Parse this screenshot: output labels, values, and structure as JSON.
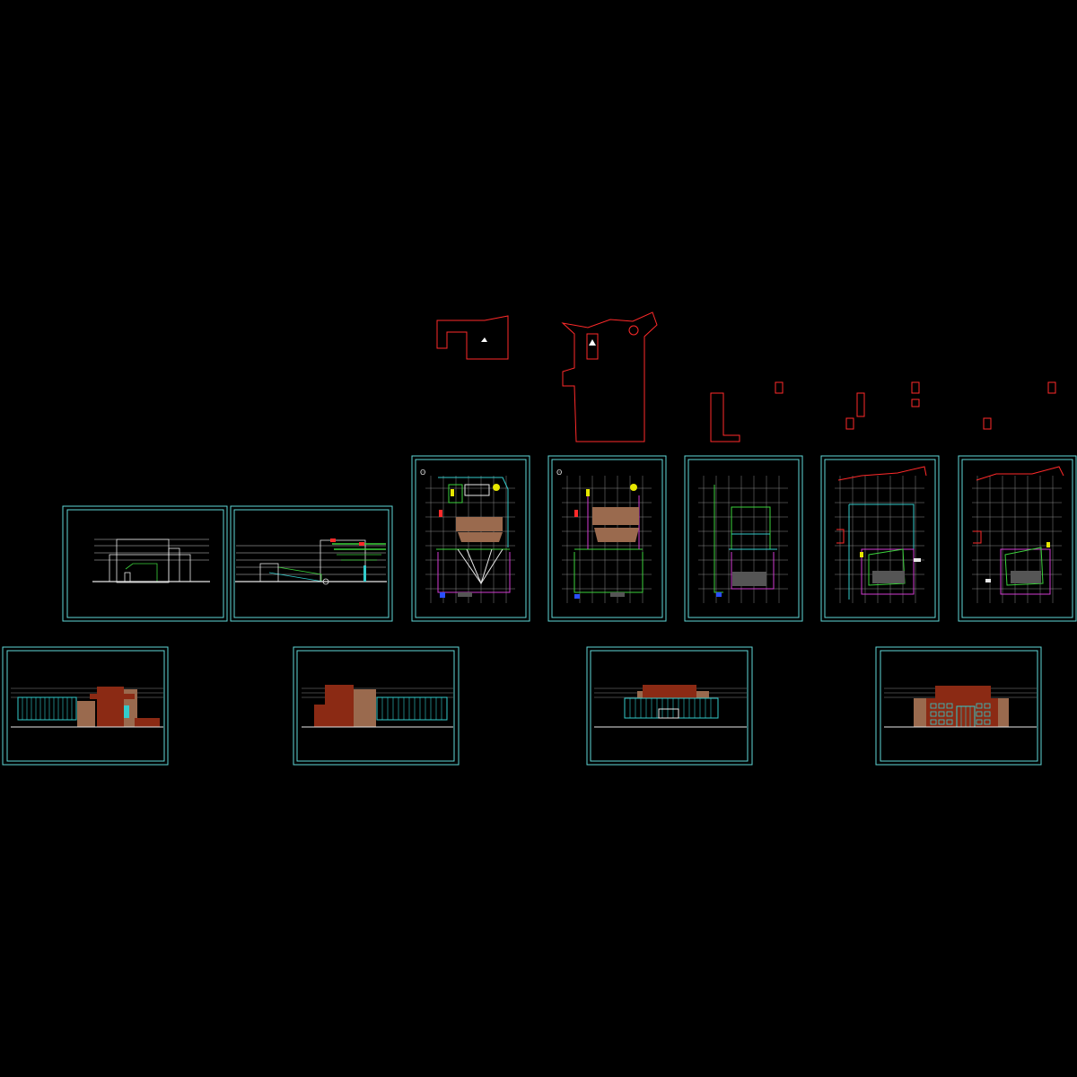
{
  "canvas": {
    "background": "#000000"
  },
  "colors": {
    "frame": "#5fd7d7",
    "outline_red": "#ff2a2a",
    "grid": "#8a8a8a",
    "white": "#e8e8e8",
    "magenta": "#d23cd2",
    "green": "#3cd23c",
    "yellow": "#e6e600",
    "brown_dark": "#8b2a14",
    "brown_light": "#9a6a4e",
    "glass": "#33cccc",
    "blue": "#2a4fff",
    "gray_fill": "#555555"
  },
  "sheets": {
    "sections": [
      "section-1",
      "section-2"
    ],
    "floor_plans": [
      "plan-1",
      "plan-2",
      "plan-3",
      "plan-4",
      "plan-5"
    ],
    "elevations": [
      "elevation-1",
      "elevation-2",
      "elevation-3",
      "elevation-4"
    ]
  }
}
